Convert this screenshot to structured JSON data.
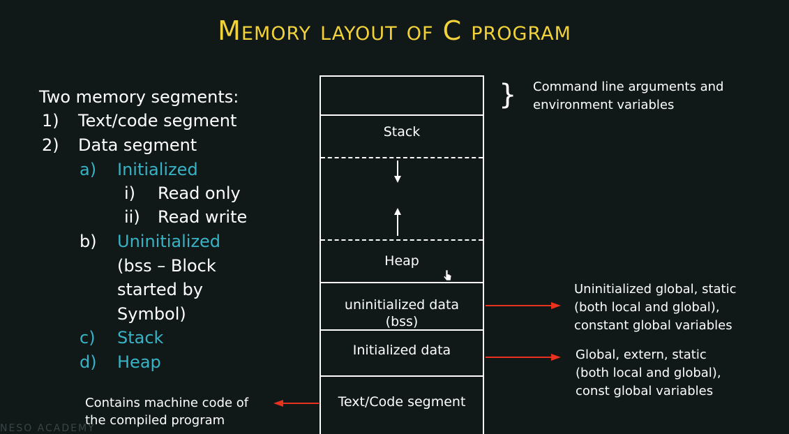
{
  "title": "Memory layout of C program",
  "left_list": {
    "heading": "Two memory segments:",
    "items": [
      {
        "marker": "1)",
        "label": "Text/code segment"
      },
      {
        "marker": "2)",
        "label": "Data segment"
      }
    ],
    "data_sub": [
      {
        "marker": "a)",
        "label": "Initialized"
      },
      {
        "marker": "i)",
        "label": "Read only"
      },
      {
        "marker": "ii)",
        "label": "Read write"
      },
      {
        "marker": "b)",
        "label": "Uninitialized"
      },
      {
        "marker": "",
        "label": "(bss – Block"
      },
      {
        "marker": "",
        "label": "started by"
      },
      {
        "marker": "",
        "label": "Symbol)"
      },
      {
        "marker": "c)",
        "label": "Stack"
      },
      {
        "marker": "d)",
        "label": "Heap"
      }
    ]
  },
  "diagram": {
    "segments": {
      "stack": "Stack",
      "heap": "Heap",
      "bss_line1": "uninitialized data",
      "bss_line2": "(bss)",
      "initialized": "Initialized data",
      "text": "Text/Code segment"
    },
    "brace": "}",
    "notes": {
      "cmdline_l1": "Command line arguments and",
      "cmdline_l2": "environment variables",
      "bss_l1": "Uninitialized global, static",
      "bss_l2": "(both local and global),",
      "bss_l3": "constant global variables",
      "init_l1": "Global, extern, static",
      "init_l2": "(both local and global),",
      "init_l3": "const global variables",
      "text_l1": "Contains machine code of",
      "text_l2": "the compiled program"
    },
    "arrow_color": "#e8321e"
  },
  "watermark": "NESO ACADEMY",
  "colors": {
    "title": "#f2d23a",
    "accent": "#38b3c6",
    "background": "#101818"
  }
}
